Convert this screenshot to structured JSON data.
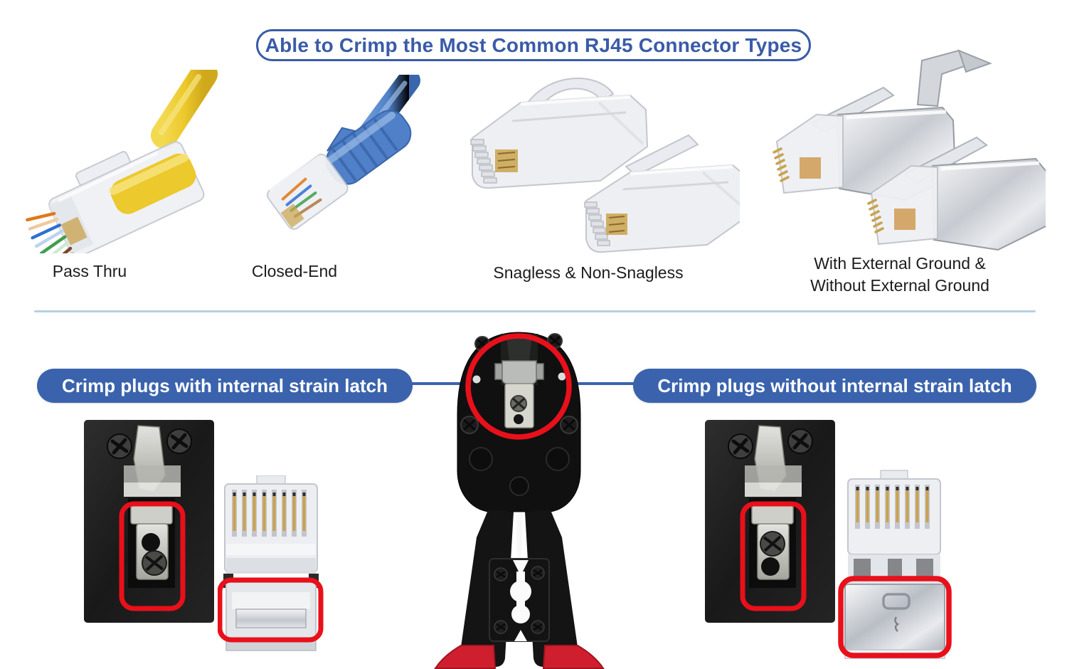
{
  "title": "Able to Crimp the Most Common RJ45 Connector Types",
  "connector_types": [
    {
      "name": "pass-thru",
      "label": "Pass Thru"
    },
    {
      "name": "closed-end",
      "label": "Closed-End"
    },
    {
      "name": "snagless",
      "label": "Snagless & Non-Snagless"
    },
    {
      "name": "external-ground",
      "label": "With External Ground &",
      "label2": "Without External Ground"
    }
  ],
  "callouts": {
    "left": {
      "label": "Crimp plugs with internal strain latch"
    },
    "right": {
      "label": "Crimp plugs without internal strain latch"
    }
  },
  "colors": {
    "accent_blue": "#3a5ba8",
    "callout_fill": "#3b63ad",
    "highlight_red": "#e8101b",
    "divider_blue": "#b7d0e4",
    "cable_yellow": "#ecc92c",
    "cable_blue": "#4f80c8",
    "tool_black": "#121212",
    "tool_grip_red": "#cf1f2e",
    "contact_gold": "#c9a24c"
  }
}
